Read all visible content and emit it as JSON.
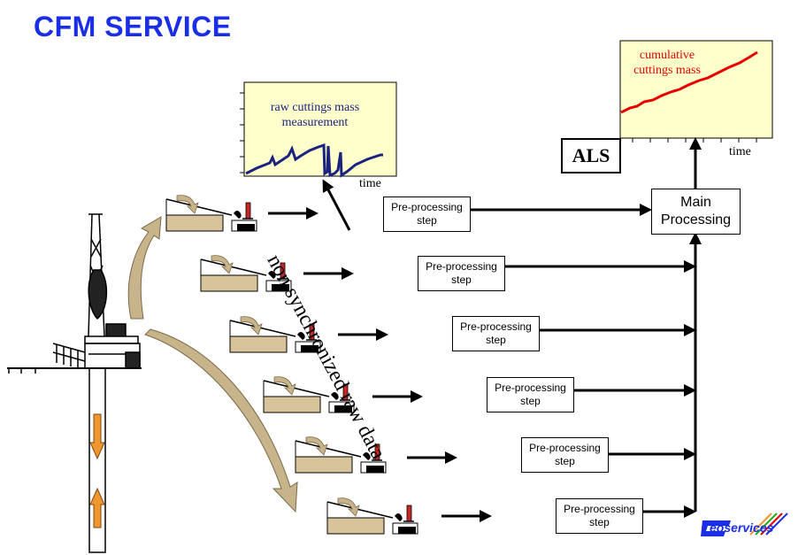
{
  "title": "CFM SERVICE",
  "raw_chart": {
    "title": "raw cuttings mass measurement",
    "xlabel": "time",
    "bg": "#ffffcc",
    "line_color": "#1a237e"
  },
  "cum_chart": {
    "title": "cumulative cuttings mass",
    "xlabel": "time",
    "bg": "#ffffcc",
    "line_color": "#e60000"
  },
  "als_label": "ALS",
  "main_processing": "Main Processing",
  "pre_steps": [
    "Pre-processing step",
    "Pre-processing step",
    "Pre-processing step",
    "Pre-processing step",
    "Pre-processing step",
    "Pre-processing step"
  ],
  "diagonal_label": "non synchronized raw data",
  "logo": {
    "text": "eoservices",
    "letter": "G"
  },
  "colors": {
    "title": "#1a2ee6",
    "brown_arrow": "#c8b48a",
    "orange_arrow": "#f0962e",
    "sediment": "#d8c49a"
  }
}
